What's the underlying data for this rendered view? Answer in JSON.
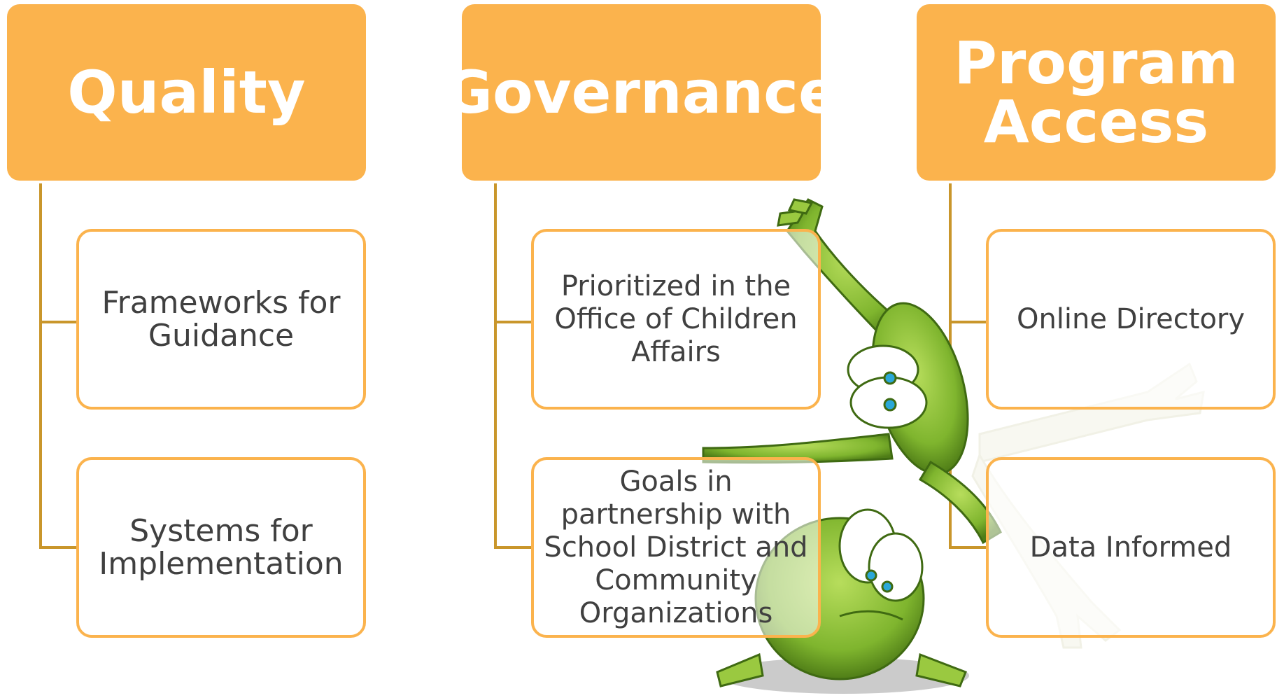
{
  "columns": [
    {
      "title": "Quality",
      "items": [
        "Frameworks for Guidance",
        "Systems for Implementation"
      ]
    },
    {
      "title": "Governance",
      "items": [
        "Prioritized in the\nOffice of Children\nAffairs",
        "Goals in\npartnership with\nSchool District and\nCommunity\nOrganizations"
      ]
    },
    {
      "title": "Program\nAccess",
      "items": [
        "Online Directory",
        "Data Informed"
      ]
    }
  ],
  "colors": {
    "header_fill": "#fbb34d",
    "item_border": "#fbb34d",
    "connector": "#c9962b",
    "header_text": "#ffffff",
    "item_text": "#404040",
    "frog_green": "#7fb52e"
  },
  "decorations": [
    "frog-illustration"
  ]
}
